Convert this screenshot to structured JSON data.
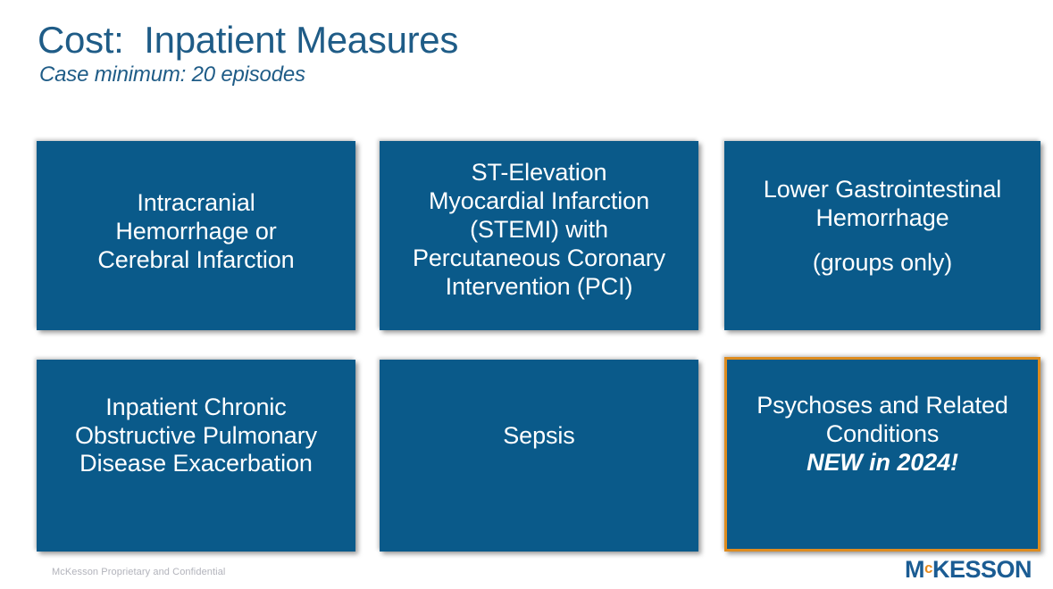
{
  "slide": {
    "title": "Cost:  Inpatient Measures",
    "subtitle": "Case minimum: 20 episodes",
    "accent_blue": "#0a5a8a",
    "title_blue": "#1f5c87",
    "highlight_orange": "#de8c1f"
  },
  "cards": [
    {
      "id": "intracranial-hemorrhage-or-cerebral-infarction",
      "lines": [
        "Intracranial",
        "Hemorrhage or",
        "Cerebral Infarction"
      ],
      "note": "",
      "emphasis": "",
      "highlighted": false
    },
    {
      "id": "stemi-with-pci",
      "lines": [
        "ST-Elevation",
        "Myocardial Infarction",
        "(STEMI) with",
        "Percutaneous Coronary",
        "Intervention (PCI)"
      ],
      "note": "",
      "emphasis": "",
      "highlighted": false
    },
    {
      "id": "lower-gastrointestinal-hemorrhage",
      "lines": [
        "Lower Gastrointestinal",
        "Hemorrhage"
      ],
      "note": "(groups only)",
      "emphasis": "",
      "highlighted": false
    },
    {
      "id": "inpatient-copd-exacerbation",
      "lines": [
        "Inpatient Chronic",
        "Obstructive Pulmonary",
        "Disease Exacerbation"
      ],
      "note": "",
      "emphasis": "",
      "highlighted": false
    },
    {
      "id": "sepsis",
      "lines": [
        "Sepsis"
      ],
      "note": "",
      "emphasis": "",
      "highlighted": false
    },
    {
      "id": "psychoses-and-related-conditions",
      "lines": [
        "Psychoses and Related",
        "Conditions"
      ],
      "note": "",
      "emphasis": "NEW in 2024!",
      "highlighted": true
    }
  ],
  "footer": {
    "confidentiality": "McKesson Proprietary and Confidential",
    "logo": {
      "part1": "M",
      "part2": "c",
      "part3": "KESSON"
    }
  }
}
